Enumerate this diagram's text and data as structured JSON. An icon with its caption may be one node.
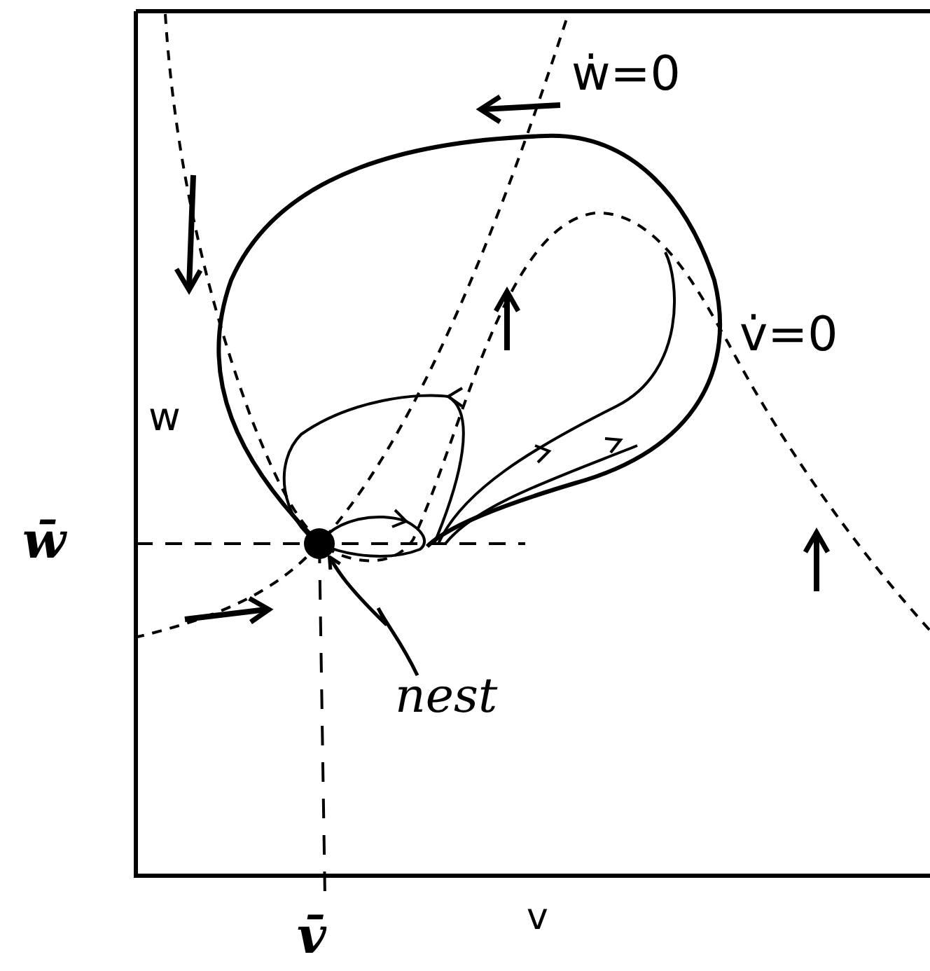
{
  "diagram": {
    "nodes": [
      {
        "text": [
          "nest"
        ]
      },
      {
        "text": [],
        "shape": "circle"
      }
    ],
    "edges": [
      {
        "from": 0,
        "to": 1,
        "arrow": "to"
      }
    ],
    "labels": [
      "ẇ=0",
      "v̇=0",
      "w",
      "w̄",
      "v",
      "v̄"
    ]
  }
}
